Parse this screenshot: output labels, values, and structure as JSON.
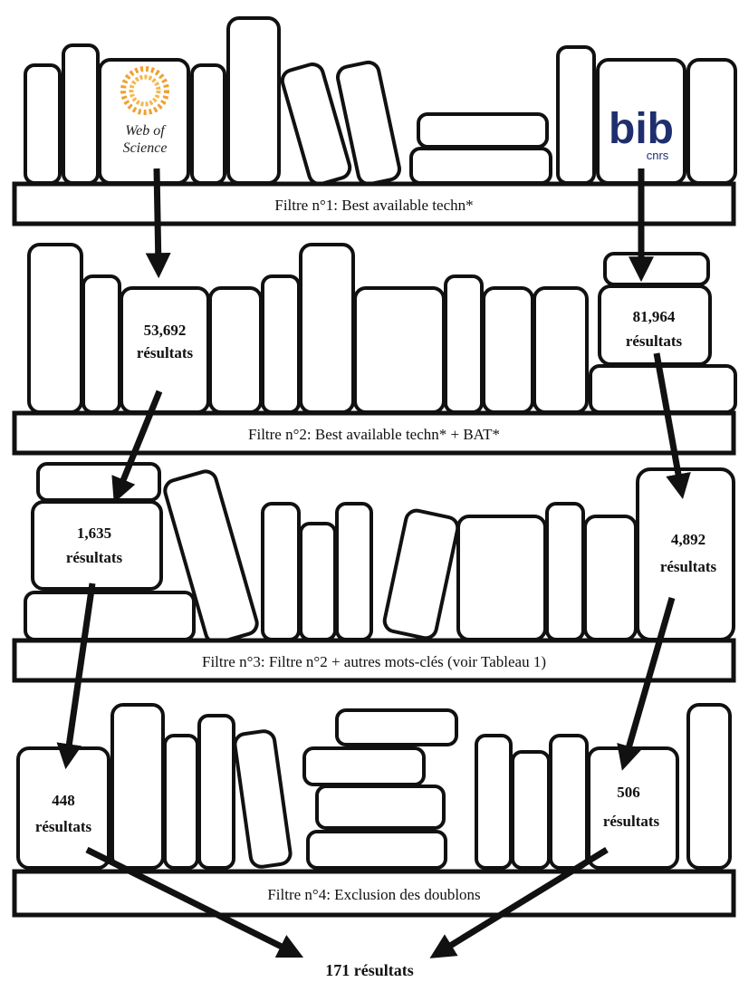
{
  "sources": {
    "wos": {
      "logo_line1": "Web of",
      "logo_line2": "Science"
    },
    "bib": {
      "logo_main": "bib",
      "logo_sub": "cnrs"
    }
  },
  "filters": [
    {
      "label": "Filtre n°1: Best available techn*"
    },
    {
      "label": "Filtre n°2: Best available techn* + BAT*"
    },
    {
      "label": "Filtre n°3: Filtre n°2 + autres mots-clés (voir Tableau 1)"
    },
    {
      "label": "Filtre n°4: Exclusion des doublons"
    }
  ],
  "counts": {
    "wos_f1": {
      "value": "53,692",
      "unit": "résultats"
    },
    "bib_f1": {
      "value": "81,964",
      "unit": "résultats"
    },
    "wos_f2": {
      "value": "1,635",
      "unit": "résultats"
    },
    "bib_f2": {
      "value": "4,892",
      "unit": "résultats"
    },
    "wos_f3": {
      "value": "448",
      "unit": "résultats"
    },
    "bib_f3": {
      "value": "506",
      "unit": "résultats"
    }
  },
  "final": "171 résultats",
  "colors": {
    "wos_logo": "#f0a030",
    "bib_logo": "#1f2f6e",
    "ink": "#111111"
  }
}
